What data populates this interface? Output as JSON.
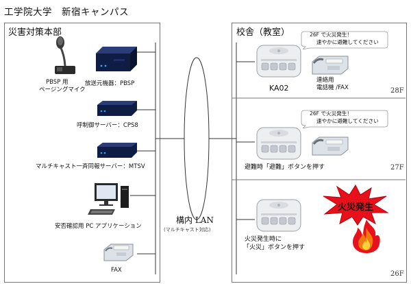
{
  "title": "工学院大学　新宿キャンパス",
  "hq": {
    "header": "災害対策本部",
    "mic_label_1": "PBSP 用",
    "mic_label_2": "ページングマイク",
    "device1_label": "放送元機器：PBSP",
    "device2_label": "呼制御サーバー：CPS8",
    "device3_label": "マルチキャスト一斉同報サーバー：MTSV",
    "pc_label": "安否確認用 PC アプリケーション",
    "fax_label": "FAX"
  },
  "lan": {
    "label": "構内 LAN",
    "sublabel": "(マルチキャスト対応)"
  },
  "building": {
    "header": "校舎（教室）",
    "floors": [
      {
        "floor": "28F",
        "bubble_1": "26F で火災発生！",
        "bubble_2": "速やかに避難してください",
        "device_label": "KA02",
        "phone_label_1": "連絡用",
        "phone_label_2": "電話機 /FAX"
      },
      {
        "floor": "27F",
        "bubble_1": "26F で火災発生！",
        "bubble_2": "速やかに避難してください",
        "action": "避難時「避難」ボタンを押す"
      },
      {
        "floor": "26F",
        "action_1": "火災発生時に",
        "action_2": "「火災」ボタンを押す",
        "fire_label": "火災発生"
      }
    ]
  },
  "colors": {
    "device_body": "#1a2a55",
    "device_led": "#3aa0ff",
    "fire_red": "#e8101a",
    "flame_orange": "#f07a10"
  }
}
